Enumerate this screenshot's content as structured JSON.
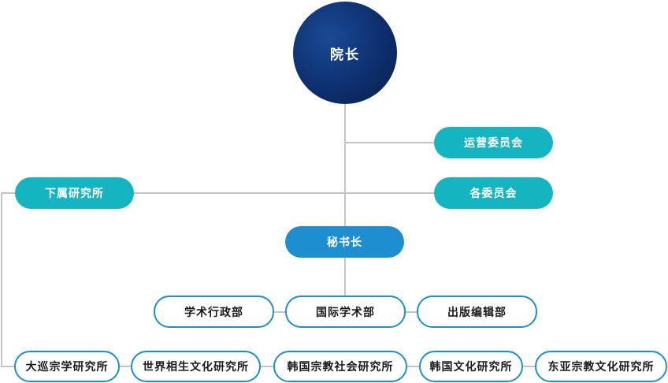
{
  "director": "院长",
  "committees": {
    "operations": "运营委员会",
    "various": "各委员会"
  },
  "subsidiary": "下属研究所",
  "secretary_general": "秘书长",
  "departments": [
    "学术行政部",
    "国际学术部",
    "出版编辑部"
  ],
  "institutes": [
    "大巡宗学研究所",
    "世界相生文化研究所",
    "韩国宗教社会研究所",
    "韩国文化研究所",
    "东亚宗教文化研究所"
  ],
  "colors": {
    "teal": "#14b5c0",
    "blue": "#1d8fd0",
    "navy": "#0d2f6e",
    "line": "#c4c4c4"
  }
}
